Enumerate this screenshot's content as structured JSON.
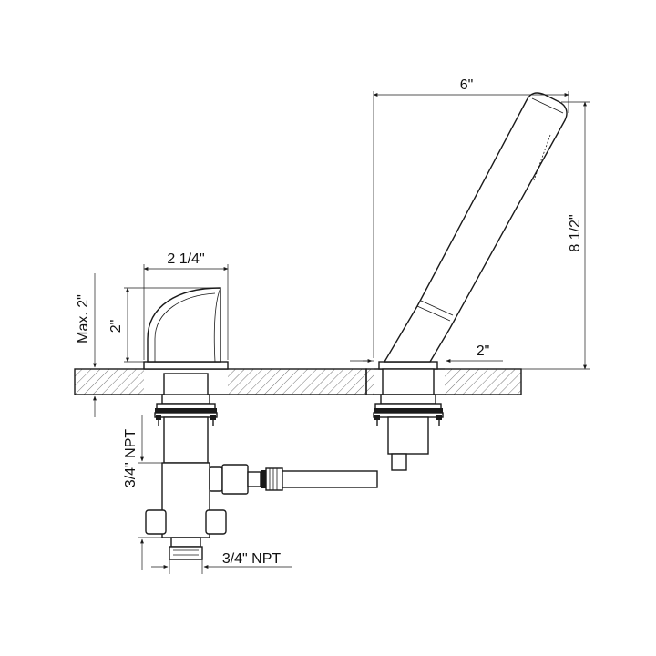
{
  "dimensions": {
    "handshower_width": "6\"",
    "handshower_height": "8 1/2\"",
    "spout_width": "2 1/4\"",
    "spout_height": "2\"",
    "deck_max_thickness": "Max. 2\"",
    "handshower_base_width": "2\"",
    "inlet_thread_side": "3/4\" NPT",
    "inlet_thread_bottom": "3/4\" NPT"
  }
}
